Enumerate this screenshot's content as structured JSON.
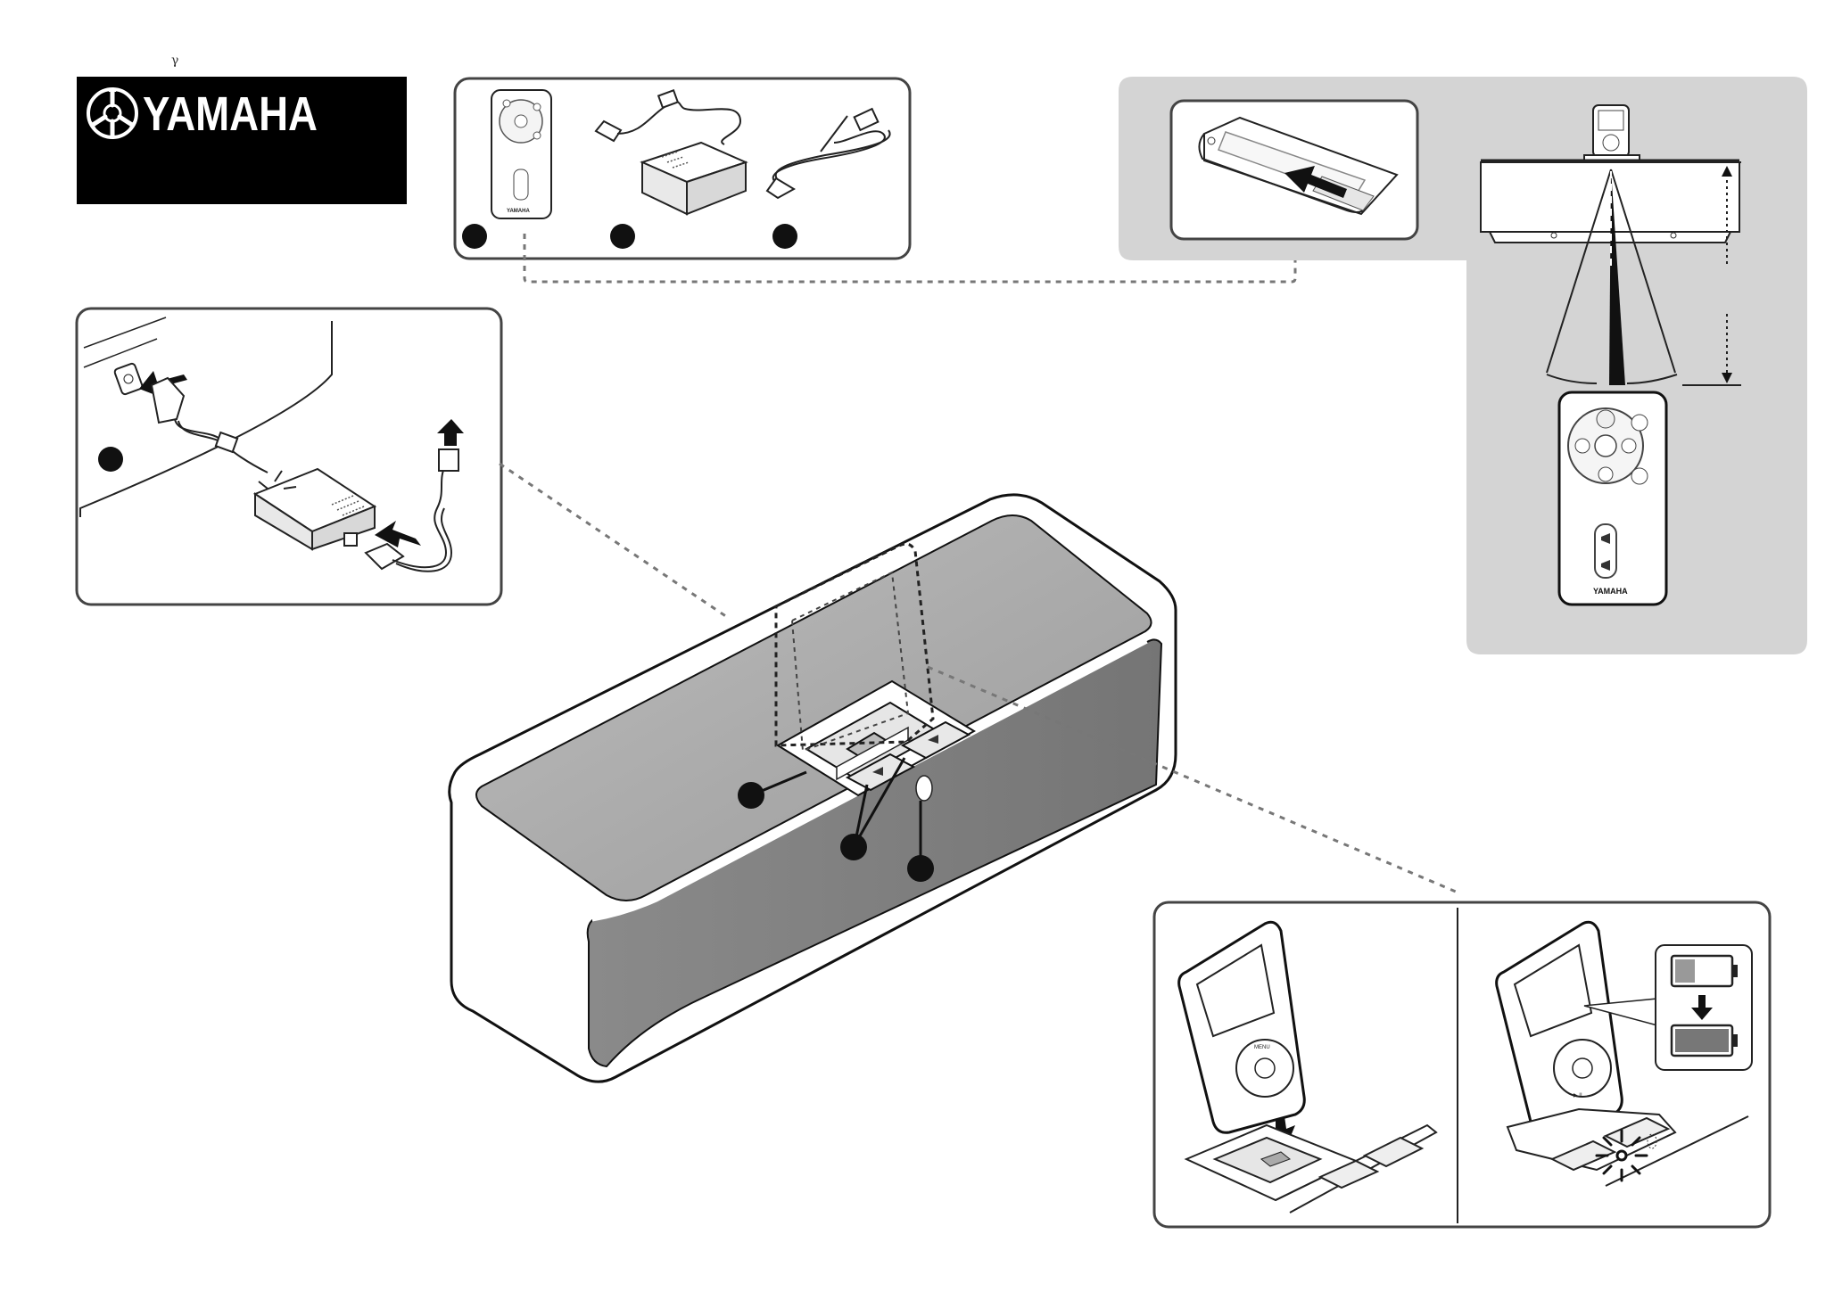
{
  "brand": {
    "mark_text": "γ",
    "logo_text": "YAMAHA",
    "logo_icon": "yamaha-tuning-fork-emblem-icon"
  },
  "accessories": {
    "remote_brand": "YAMAHA",
    "items": [
      {
        "icon": "remote-control-icon"
      },
      {
        "icon": "ac-adaptor-icon"
      },
      {
        "icon": "power-cable-icon"
      }
    ]
  },
  "remote_large": {
    "brand": "YAMAHA"
  },
  "ipod": {
    "menu_label": "MENU",
    "play_label": "▶ II"
  },
  "colors": {
    "panel_gray": "#d4d4d4",
    "speaker_front": "#7f7f7f",
    "speaker_top": "#a8a8a8",
    "outline": "#1a1a1a",
    "callout_fill": "#111111"
  }
}
